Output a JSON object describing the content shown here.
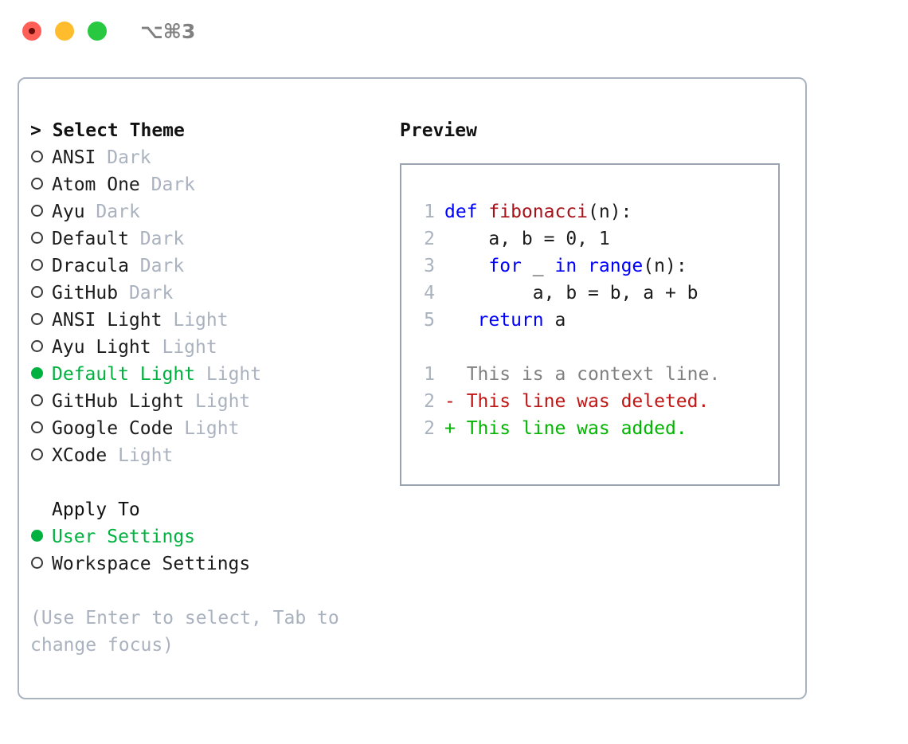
{
  "window": {
    "traffic_lights": [
      "close",
      "minimize",
      "maximize"
    ],
    "shortcut": "⌥⌘3",
    "colors": {
      "close": "#ff5f57",
      "minimize": "#ffbd2e",
      "maximize": "#28c840",
      "panel_border": "#aab4c0",
      "preview_border": "#9aa5b1",
      "accent_green": "#00b140",
      "muted_gray": "#a9b2be"
    }
  },
  "theme_list": {
    "title": "> Select Theme",
    "items": [
      {
        "marker": "o",
        "name": "ANSI",
        "tag": "Dark",
        "selected": false
      },
      {
        "marker": "o",
        "name": "Atom One",
        "tag": "Dark",
        "selected": false
      },
      {
        "marker": "o",
        "name": "Ayu",
        "tag": "Dark",
        "selected": false
      },
      {
        "marker": "o",
        "name": "Default",
        "tag": "Dark",
        "selected": false
      },
      {
        "marker": "o",
        "name": "Dracula",
        "tag": "Dark",
        "selected": false
      },
      {
        "marker": "o",
        "name": "GitHub",
        "tag": "Dark",
        "selected": false
      },
      {
        "marker": "o",
        "name": "ANSI Light",
        "tag": "Light",
        "selected": false
      },
      {
        "marker": "o",
        "name": "Ayu Light",
        "tag": "Light",
        "selected": false
      },
      {
        "marker": "●",
        "name": "Default Light",
        "tag": "Light",
        "selected": true
      },
      {
        "marker": "o",
        "name": "GitHub Light",
        "tag": "Light",
        "selected": false
      },
      {
        "marker": "o",
        "name": "Google Code",
        "tag": "Light",
        "selected": false
      },
      {
        "marker": "o",
        "name": "XCode",
        "tag": "Light",
        "selected": false
      }
    ]
  },
  "apply_to": {
    "title": "Apply To",
    "options": [
      {
        "marker": "●",
        "label": "User Settings",
        "selected": true
      },
      {
        "marker": "o",
        "label": "Workspace Settings",
        "selected": false
      }
    ]
  },
  "hint": "(Use Enter to select, Tab to change focus)",
  "preview": {
    "heading": "Preview",
    "code_lines": [
      {
        "number": "1",
        "tokens": [
          {
            "text": "def ",
            "kind": "keyword"
          },
          {
            "text": "fibonacci",
            "kind": "function"
          },
          {
            "text": "(n):",
            "kind": "plain"
          }
        ]
      },
      {
        "number": "2",
        "tokens": [
          {
            "text": "    a, b = 0, 1",
            "kind": "plain"
          }
        ]
      },
      {
        "number": "3",
        "tokens": [
          {
            "text": "    ",
            "kind": "plain"
          },
          {
            "text": "for",
            "kind": "keyword"
          },
          {
            "text": " _ ",
            "kind": "plain"
          },
          {
            "text": "in",
            "kind": "keyword"
          },
          {
            "text": " ",
            "kind": "plain"
          },
          {
            "text": "range",
            "kind": "keyword"
          },
          {
            "text": "(n):",
            "kind": "plain"
          }
        ]
      },
      {
        "number": "4",
        "tokens": [
          {
            "text": "        a, b = b, a + b",
            "kind": "plain"
          }
        ]
      },
      {
        "number": "5",
        "tokens": [
          {
            "text": "   ",
            "kind": "plain"
          },
          {
            "text": "return",
            "kind": "keyword"
          },
          {
            "text": " a",
            "kind": "plain"
          }
        ]
      }
    ],
    "diff_lines": [
      {
        "number": "1",
        "sign": " ",
        "text": " This is a context line.",
        "kind": "context"
      },
      {
        "number": "2",
        "sign": "-",
        "text": " This line was deleted.",
        "kind": "deleted"
      },
      {
        "number": "2",
        "sign": "+",
        "text": " This line was added.",
        "kind": "added"
      }
    ]
  }
}
